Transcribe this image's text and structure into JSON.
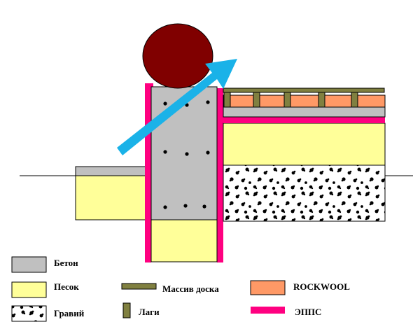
{
  "legend": {
    "concrete": "Бетон",
    "sand": "Песок",
    "gravel": "Гравий",
    "solid_board": "Массив доска",
    "joists": "Лаги",
    "rockwool": "ROCKWOOL",
    "epps": "ЭППС"
  },
  "colors": {
    "concrete": "#c0c0c0",
    "sand": "#ffff99",
    "gravel_bg": "#ffffff",
    "gravel_dots": "#000000",
    "board": "#808040",
    "joist": "#808040",
    "rockwool": "#ff9966",
    "epps": "#ff0080",
    "heat_source": "#800000",
    "heat_arrow": "#1ab2e8",
    "ground_line": "#000000"
  },
  "icons": {
    "heat_source": "heat-source-circle",
    "heat_flow": "heat-flow-arrow"
  }
}
